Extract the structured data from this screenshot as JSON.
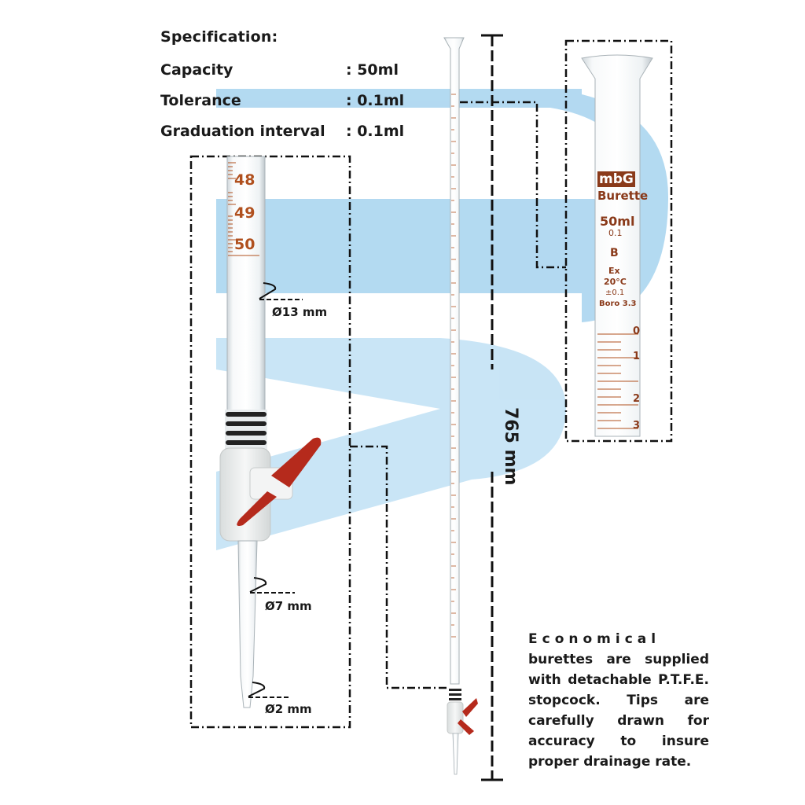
{
  "specification": {
    "title": "Specification:",
    "rows": [
      {
        "label": "Capacity",
        "value": ": 50ml"
      },
      {
        "label": "Tolerance",
        "value": ": 0.1ml"
      },
      {
        "label": "Graduation interval",
        "value": ": 0.1ml"
      }
    ]
  },
  "detail_left": {
    "scale_numbers": [
      "48",
      "49",
      "50"
    ],
    "diameters": {
      "upper": "Ø13 mm",
      "middle": "Ø7 mm",
      "tip": "Ø2 mm"
    }
  },
  "overall_height": "765 mm",
  "detail_right": {
    "brand": "mbG",
    "type": "Burette",
    "capacity": "50ml",
    "interval": "0.1",
    "class": "B",
    "delivery": "Ex",
    "temperature": "20°C",
    "tolerance": "±0.1",
    "glass": "Boro 3.3",
    "scale_numbers": [
      "0",
      "1",
      "2",
      "3"
    ]
  },
  "description": {
    "first_word": "Economical",
    "rest": "burettes are supplied with detachable P.T.F.E. stopcock. Tips are carefully drawn for accuracy to insure proper drainage rate."
  },
  "colors": {
    "watermark_blue": "#9fd0ee",
    "stopcock_red": "#b52a1c",
    "graduation_brown": "#b0501e",
    "ptfe_white": "#eef0f0"
  }
}
